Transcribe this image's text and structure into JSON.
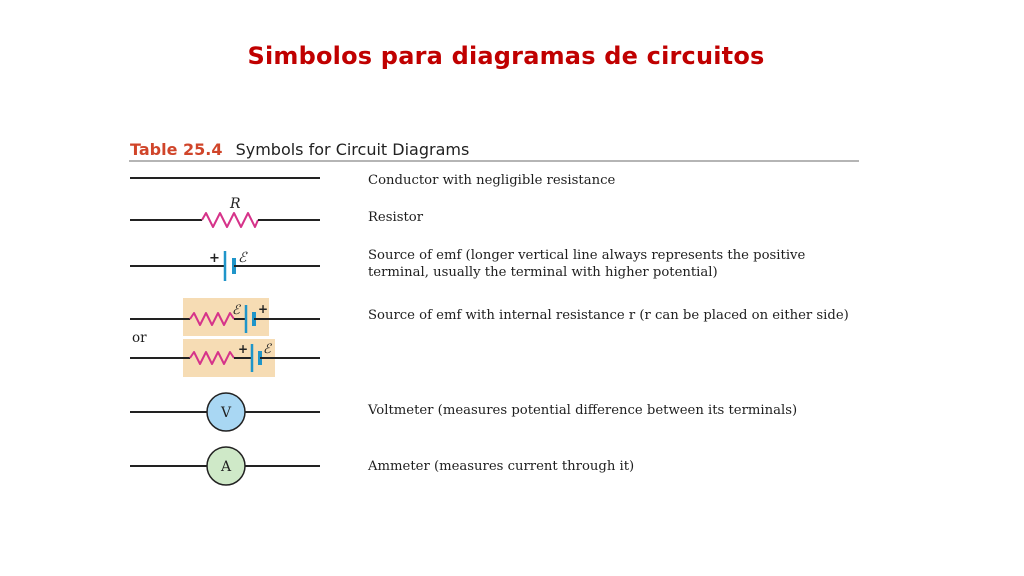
{
  "slide": {
    "title": "Simbolos para diagramas de circuitos"
  },
  "table": {
    "number": "Table 25.4",
    "caption": "Symbols for Circuit Diagrams",
    "or_label": "or",
    "rows": [
      {
        "symbol": "conductor",
        "description": "Conductor with negligible resistance"
      },
      {
        "symbol": "resistor",
        "label": "R",
        "description": "Resistor"
      },
      {
        "symbol": "emf-source",
        "labels": [
          "+",
          "ℰ"
        ],
        "description": "Source of emf (longer vertical line always represents the positive terminal, usually the terminal with higher potential)"
      },
      {
        "symbol": "emf-source-internal-resistance",
        "labels": [
          "ℰ",
          "+",
          "+",
          "ℰ"
        ],
        "description": "Source of emf with internal resistance r (r can be placed on either side)"
      },
      {
        "symbol": "voltmeter",
        "label": "V",
        "description": "Voltmeter (measures potential difference between its terminals)"
      },
      {
        "symbol": "ammeter",
        "label": "A",
        "description": "Ammeter (measures current through it)"
      }
    ]
  },
  "colors": {
    "title": "#c00000",
    "table_number": "#d0452a",
    "resistor": "#d6338a",
    "battery": "#1f95c9",
    "highlight": "#f6dcb4",
    "voltmeter_fill": "#a9d7f3",
    "ammeter_fill": "#cfe9c8"
  }
}
